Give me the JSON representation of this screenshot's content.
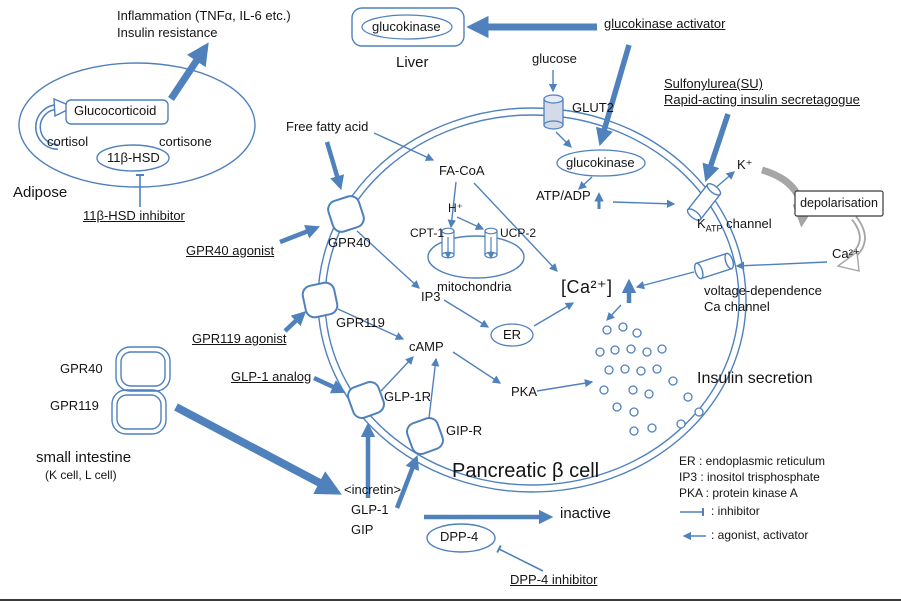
{
  "meta": {
    "accent": "#4f81bd",
    "grey": "#a6a6a6"
  },
  "labels": {
    "inflammation": "Inflammation (TNFα, IL-6 etc.)",
    "insulin_resistance": "Insulin resistance",
    "liver_glucokinase": "glucokinase",
    "liver": "Liver",
    "glucokinase_activator": "glucokinase activator",
    "glucose": "glucose",
    "glut2": "GLUT2",
    "sulfonylurea": "Sulfonylurea(SU)",
    "rapid_acting": "Rapid-acting insulin secretagogue",
    "glucocorticoid": "Glucocorticoid",
    "cortisol": "cortisol",
    "cortisone": "cortisone",
    "hsd": "11β-HSD",
    "adipose": "Adipose",
    "hsd_inhibitor": "11β-HSD inhibitor",
    "free_fatty_acid": "Free fatty acid",
    "fa_coa": "FA-CoA",
    "cell_glucokinase": "glucokinase",
    "atp_adp": "ATP/ADP",
    "k_plus": "K⁺",
    "katp_k": "K",
    "katp_sub": "ATP",
    "katp_rest": "channel",
    "depolarisation": "depolarisation",
    "ca2_out": "Ca²⁺",
    "voltage_dependence": "voltage-dependence",
    "ca_channel": "Ca channel",
    "ca_conc": "[Ca²⁺]",
    "cpt1": "CPT-1",
    "h_plus": "H⁺",
    "ucp2": "UCP-2",
    "mitochondria": "mitochondria",
    "ip3": "IP3",
    "er": "ER",
    "gpr40": "GPR40",
    "gpr40_agonist": "GPR40 agonist",
    "gpr119": "GPR119",
    "gpr119_agonist": "GPR119 agonist",
    "camp": "cAMP",
    "glp1_analog": "GLP-1 analog",
    "glp1r": "GLP-1R",
    "gipr": "GIP-R",
    "pka": "PKA",
    "insulin_secretion": "Insulin secretion",
    "pancreatic_beta_cell": "Pancreatic β cell",
    "si_gpr40": "GPR40",
    "si_gpr119": "GPR119",
    "small_intestine": "small intestine",
    "k_l_cell": "(K cell, L cell)",
    "incretin": "<incretin>",
    "glp1": "GLP-1",
    "gip": "GIP",
    "inactive": "inactive",
    "dpp4": "DPP-4",
    "dpp4_inhibitor": "DPP-4 inhibitor"
  },
  "legend": {
    "er": "ER : endoplasmic reticulum",
    "ip3": "IP3 : inositol trisphosphate",
    "pka": "PKA : protein kinase A",
    "inhibitor": ": inhibitor",
    "agonist": ": agonist, activator"
  }
}
